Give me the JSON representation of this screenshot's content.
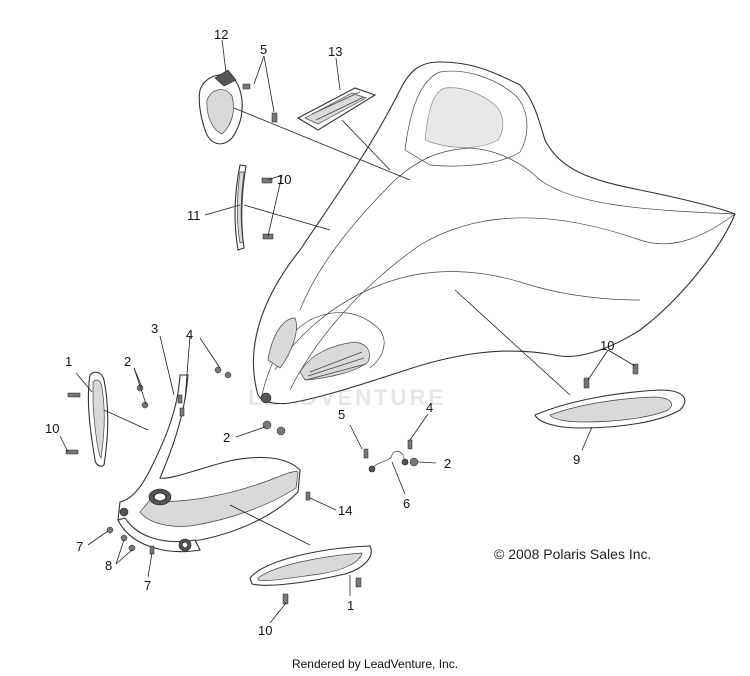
{
  "callouts": {
    "c1a": "1",
    "c1b": "1",
    "c2a": "2",
    "c2b": "2",
    "c2c": "2",
    "c3": "3",
    "c4a": "4",
    "c4b": "4",
    "c5a": "5",
    "c5b": "5",
    "c6": "6",
    "c7a": "7",
    "c7b": "7",
    "c8": "8",
    "c9": "9",
    "c10a": "10",
    "c10b": "10",
    "c10c": "10",
    "c10d": "10",
    "c11": "11",
    "c12": "12",
    "c13": "13",
    "c14": "14"
  },
  "copyright": "© 2008 Polaris Sales Inc.",
  "footer": "Rendered by LeadVenture, Inc.",
  "watermark": "LEADVENTURE"
}
